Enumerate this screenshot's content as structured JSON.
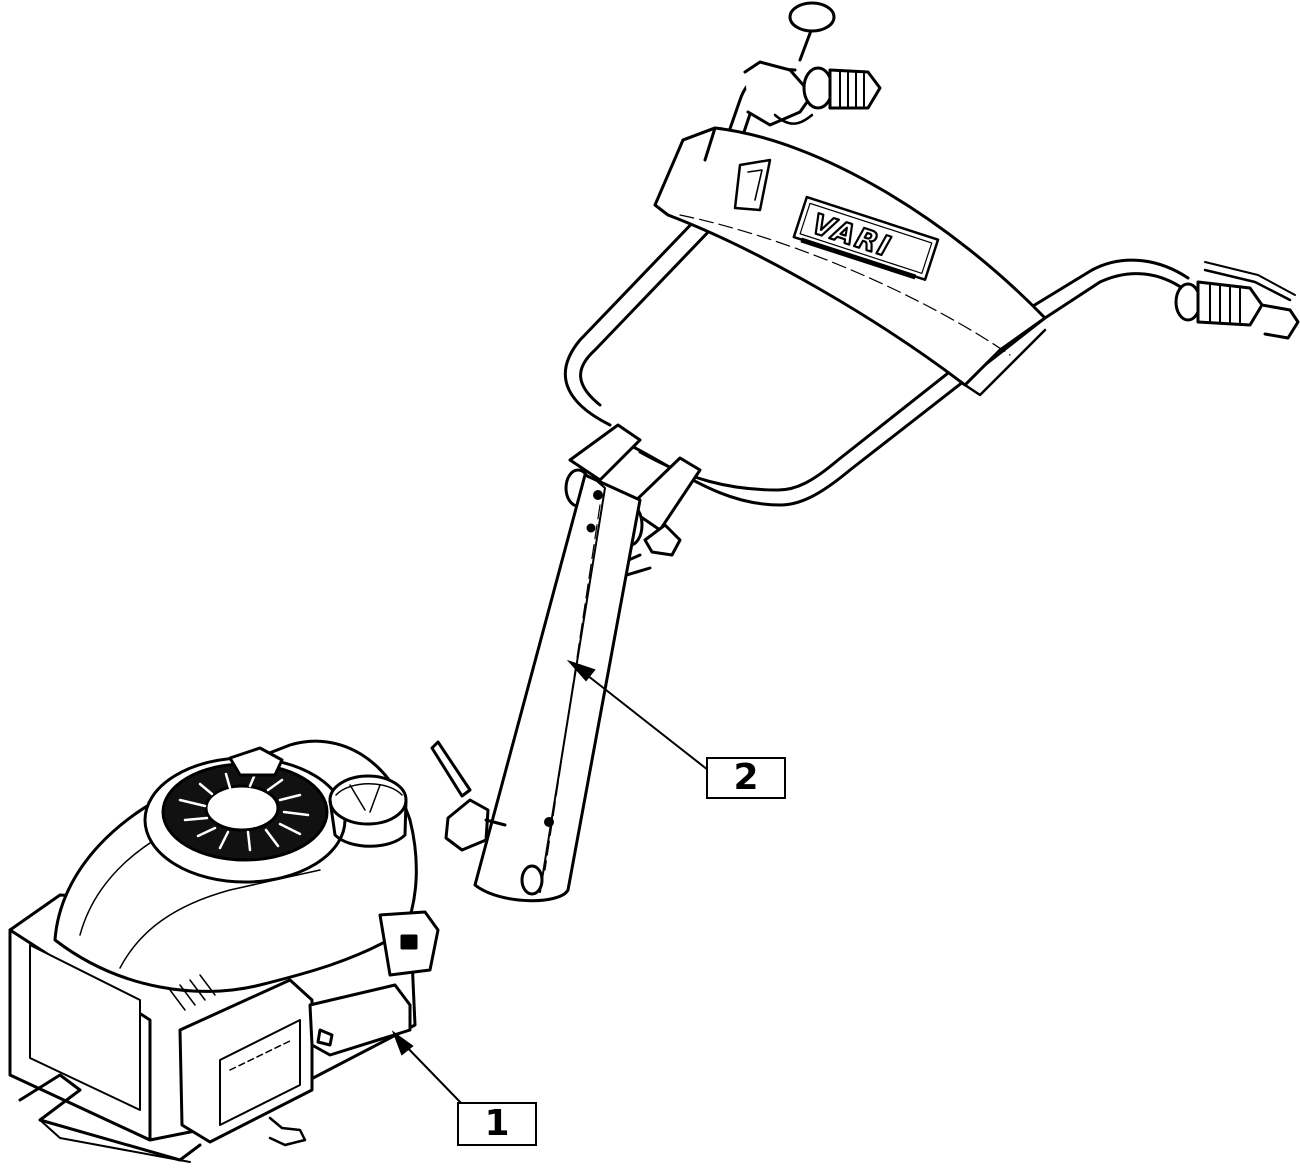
{
  "diagram": {
    "callouts": [
      {
        "id": "1",
        "label": "1",
        "part": "engine"
      },
      {
        "id": "2",
        "label": "2",
        "part": "handlebar"
      }
    ],
    "logo": {
      "text": "VARI"
    },
    "colors": {
      "line": "#000000",
      "background": "#ffffff",
      "fill": "#ffffff",
      "dark": "#111111"
    }
  }
}
